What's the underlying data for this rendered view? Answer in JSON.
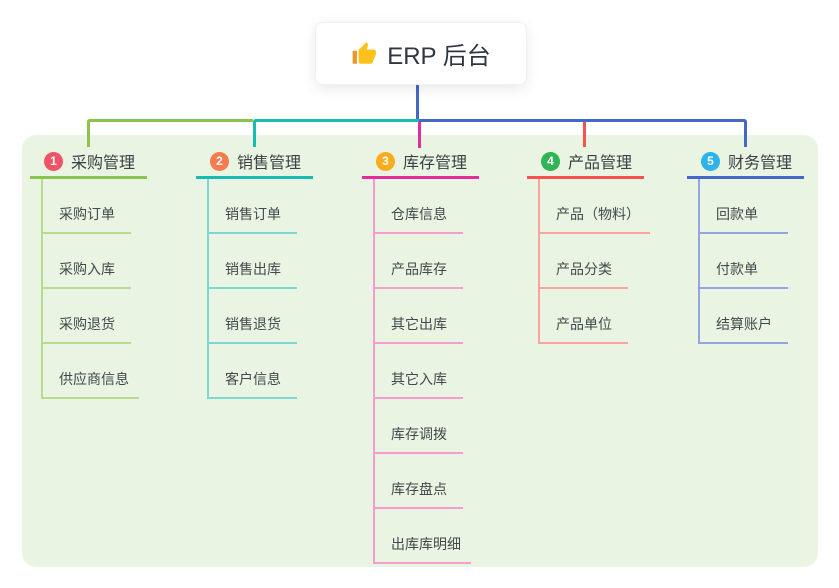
{
  "root": {
    "label": "ERP 后台",
    "icon": "thumbs-up",
    "line_color": "#4568c8"
  },
  "panel_color": "#e9f5e2",
  "branches": [
    {
      "badge": "1",
      "label": "采购管理",
      "badge_color": "#ee5465",
      "line_color": "#8cc24e",
      "child_line_color": "#b6dc92",
      "children": [
        "采购订单",
        "采购入库",
        "采购退货",
        "供应商信息"
      ]
    },
    {
      "badge": "2",
      "label": "销售管理",
      "badge_color": "#f67b50",
      "line_color": "#17bcb2",
      "child_line_color": "#7fd8cf",
      "children": [
        "销售订单",
        "销售出库",
        "销售退货",
        "客户信息"
      ]
    },
    {
      "badge": "3",
      "label": "库存管理",
      "badge_color": "#fcab1f",
      "line_color": "#e52c9d",
      "child_line_color": "#f79cce",
      "children": [
        "仓库信息",
        "产品库存",
        "其它出库",
        "其它入库",
        "库存调拨",
        "库存盘点",
        "出库库明细"
      ]
    },
    {
      "badge": "4",
      "label": "产品管理",
      "badge_color": "#30b455",
      "line_color": "#f95252",
      "child_line_color": "#fba39f",
      "children": [
        "产品（物料）",
        "产品分类",
        "产品单位"
      ]
    },
    {
      "badge": "5",
      "label": "财务管理",
      "badge_color": "#2db3e9",
      "line_color": "#4568c8",
      "child_line_color": "#92a5e2",
      "children": [
        "回款单",
        "付款单",
        "结算账户"
      ]
    }
  ]
}
